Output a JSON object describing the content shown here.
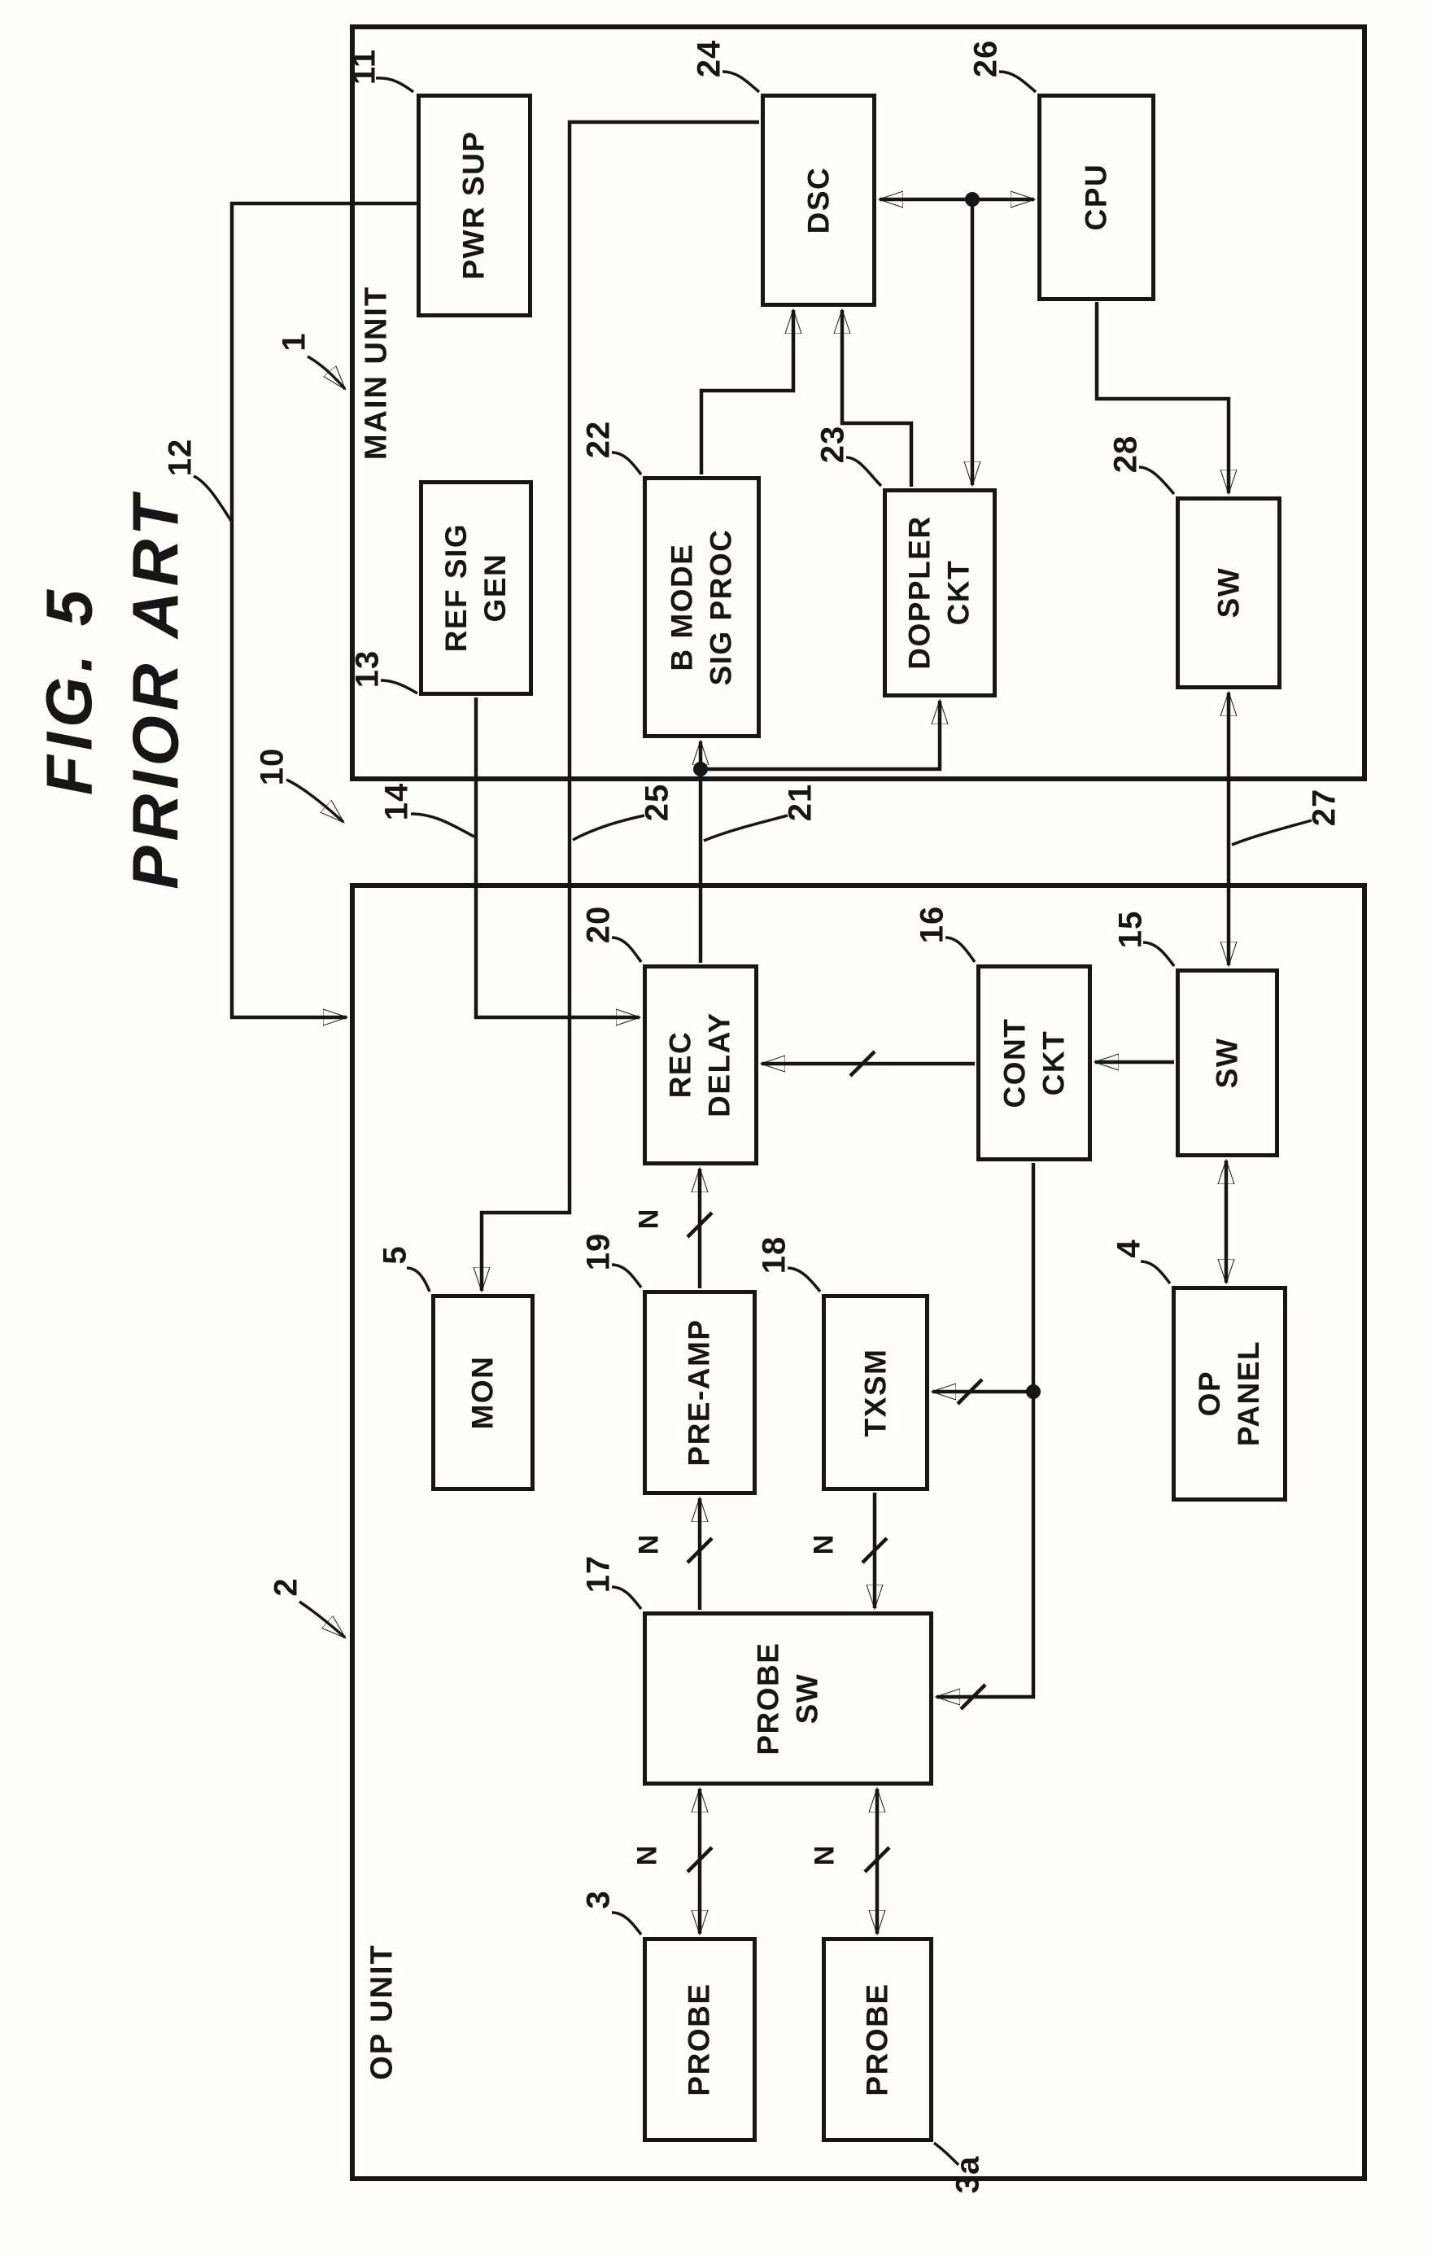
{
  "figure": {
    "title": "FIG. 5",
    "subtitle": "PRIOR ART"
  },
  "units": [
    {
      "id": "main-unit",
      "label": "MAIN UNIT",
      "ref": "1"
    },
    {
      "id": "op-unit",
      "label": "OP UNIT",
      "ref": "2"
    }
  ],
  "blocks": [
    {
      "id": "pwr-sup",
      "label": "PWR SUP",
      "ref": "11"
    },
    {
      "id": "ref-sig-gen",
      "label": "REF SIG\nGEN",
      "ref": "13"
    },
    {
      "id": "dsc",
      "label": "DSC",
      "ref": "24"
    },
    {
      "id": "cpu",
      "label": "CPU",
      "ref": "26"
    },
    {
      "id": "b-mode-sig-proc",
      "label": "B MODE\nSIG PROC",
      "ref": "22"
    },
    {
      "id": "doppler-ckt",
      "label": "DOPPLER\nCKT",
      "ref": "23"
    },
    {
      "id": "sw-main",
      "label": "SW",
      "ref": "28"
    },
    {
      "id": "rec-delay",
      "label": "REC\nDELAY",
      "ref": "20"
    },
    {
      "id": "cont-ckt",
      "label": "CONT\nCKT",
      "ref": "16"
    },
    {
      "id": "sw-op",
      "label": "SW",
      "ref": "15"
    },
    {
      "id": "mon",
      "label": "MON",
      "ref": "5"
    },
    {
      "id": "pre-amp",
      "label": "PRE-AMP",
      "ref": "19"
    },
    {
      "id": "txsm",
      "label": "TXSM",
      "ref": "18"
    },
    {
      "id": "op-panel",
      "label": "OP\nPANEL",
      "ref": "4"
    },
    {
      "id": "probe-sw",
      "label": "PROBE\nSW",
      "ref": "17"
    },
    {
      "id": "probe-1",
      "label": "PROBE",
      "ref": "3"
    },
    {
      "id": "probe-2",
      "label": "PROBE",
      "ref": "3a"
    }
  ],
  "signal_lines": [
    {
      "id": "unit-boundary",
      "ref": "10"
    },
    {
      "id": "power-line",
      "ref": "12"
    },
    {
      "id": "ref-signal-line",
      "ref": "14"
    },
    {
      "id": "echo-signal-line",
      "ref": "21"
    },
    {
      "id": "video-line",
      "ref": "25"
    },
    {
      "id": "comm-line",
      "ref": "27"
    }
  ],
  "bus_width_labels": [
    "N",
    "N",
    "N",
    "N",
    "N"
  ],
  "ink_color": "#161616",
  "paper_color": "#fffefc"
}
